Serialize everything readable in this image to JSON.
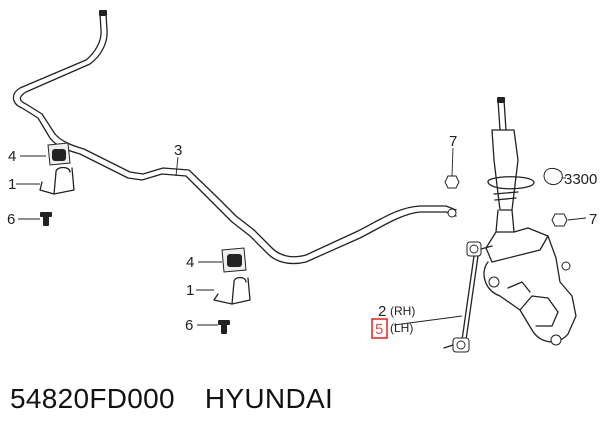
{
  "callouts": {
    "c3": "3",
    "c4_left": "4",
    "c1_left": "1",
    "c6_left": "6",
    "c4_mid": "4",
    "c1_mid": "1",
    "c6_mid": "6",
    "c7_top": "7",
    "c7_right": "7",
    "c3300": "3300",
    "c2": "2",
    "c2_side": "(RH)",
    "c5": "5",
    "c5_side": "(LH)"
  },
  "highlight": {
    "color": "#e02020",
    "part": "5"
  },
  "caption": {
    "part_number": "54820FD000",
    "brand": "HYUNDAI"
  }
}
